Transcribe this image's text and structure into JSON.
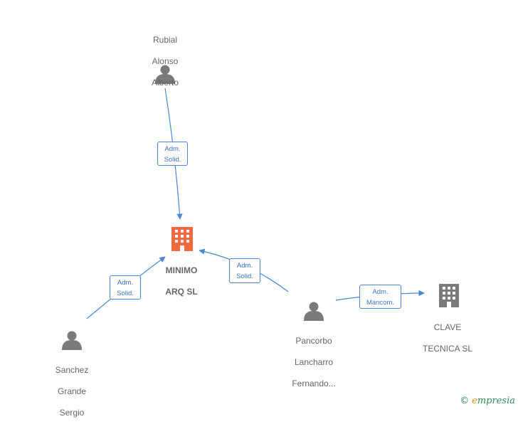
{
  "nodes": [
    {
      "id": "rubial",
      "kind": "person",
      "label_lines": [
        "Rubial",
        "Alonso",
        "Alberto"
      ]
    },
    {
      "id": "minimo",
      "kind": "company-main",
      "label_lines": [
        "MINIMO",
        "ARQ  SL"
      ]
    },
    {
      "id": "sanchez",
      "kind": "person",
      "label_lines": [
        "Sanchez",
        "Grande",
        "Sergio"
      ]
    },
    {
      "id": "pancorbo",
      "kind": "person",
      "label_lines": [
        "Pancorbo",
        "Lancharro",
        "Fernando..."
      ]
    },
    {
      "id": "clave",
      "kind": "company",
      "label_lines": [
        "CLAVE",
        "TECNICA SL"
      ]
    }
  ],
  "edges": [
    {
      "from": "rubial",
      "to": "minimo",
      "label_lines": [
        "Adm.",
        "Solid."
      ]
    },
    {
      "from": "sanchez",
      "to": "minimo",
      "label_lines": [
        "Adm.",
        "Solid."
      ]
    },
    {
      "from": "pancorbo",
      "to": "minimo",
      "label_lines": [
        "Adm.",
        "Solid."
      ]
    },
    {
      "from": "pancorbo",
      "to": "clave",
      "label_lines": [
        "Adm.",
        "Mancom."
      ]
    }
  ],
  "colors": {
    "person_icon": "#7a7a7a",
    "company_main_icon": "#f26a3d",
    "company_icon": "#7a7a7a",
    "edge": "#4a86d6"
  },
  "brand": {
    "copyright": "©",
    "initial": "e",
    "rest": "mpresia"
  }
}
